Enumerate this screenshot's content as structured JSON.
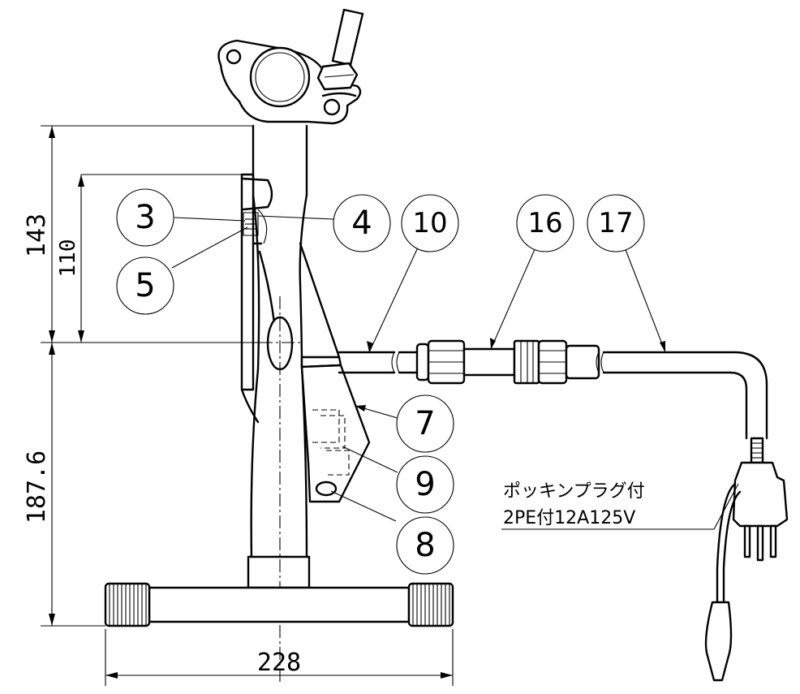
{
  "dimensions": {
    "overall_top": "143",
    "upper": "110",
    "lower": "187.6",
    "width": "228"
  },
  "balloons": [
    "3",
    "4",
    "5",
    "10",
    "16",
    "17",
    "7",
    "9",
    "8"
  ],
  "plug_note": {
    "line1": "ポッキンプラグ付",
    "line2": "2PE付12A125V"
  }
}
